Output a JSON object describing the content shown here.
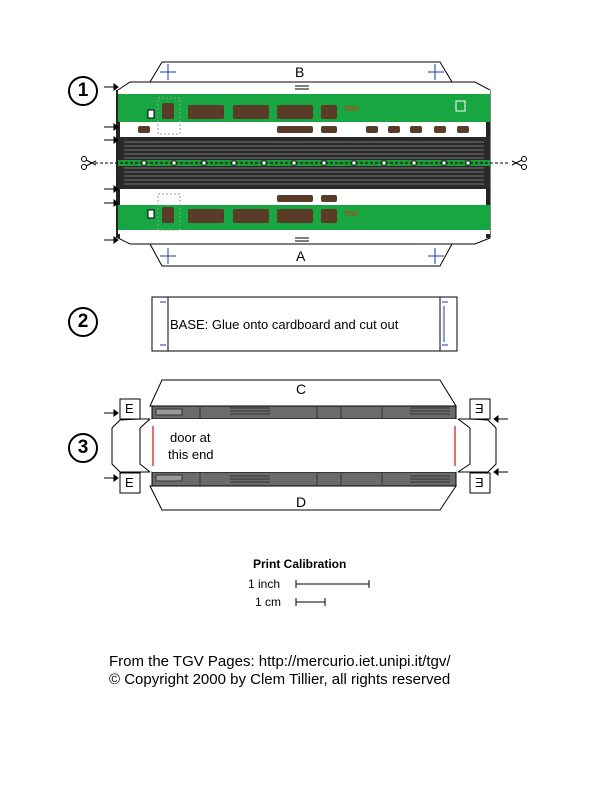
{
  "steps": {
    "one": "1",
    "two": "2",
    "three": "3"
  },
  "part1": {
    "top_label": "B",
    "bottom_label": "A",
    "logo_top": "TGV",
    "logo_bottom": "TGV"
  },
  "part2": {
    "base_text": "BASE:  Glue onto cardboard and cut out"
  },
  "part3": {
    "top_label": "C",
    "bottom_label": "D",
    "flap_left_top": "E",
    "flap_left_bottom": "E",
    "flap_right_top": "E",
    "flap_right_bottom": "E",
    "door_line1": "door at",
    "door_line2": "this end"
  },
  "calibration": {
    "title": "Print Calibration",
    "inch_label": "1 inch",
    "cm_label": "1 cm"
  },
  "footer": {
    "line1": "From the TGV Pages: http://mercurio.iet.unipi.it/tgv/",
    "line2": "© Copyright 2000 by Clem Tillier, all rights reserved"
  },
  "colors": {
    "green": "#17a641",
    "dark_window": "#5a3b28",
    "roof_gray": "#6b6b6b",
    "blue_mark": "#1a3aa8",
    "red_edge": "#d01010"
  }
}
